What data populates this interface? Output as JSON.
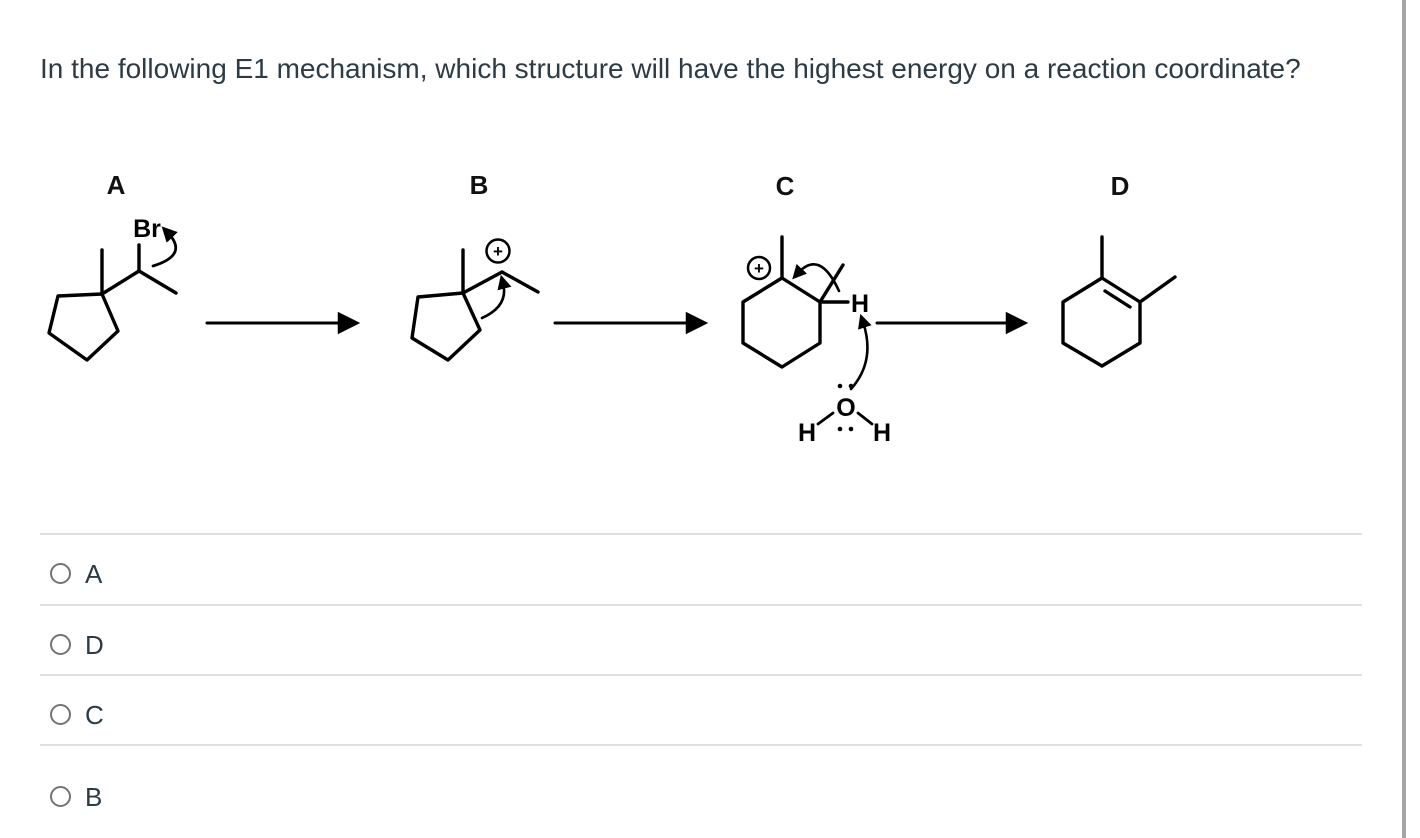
{
  "question": {
    "text": "In the following E1 mechanism, which structure will have the highest energy on a reaction coordinate?"
  },
  "mechanism": {
    "structure_labels": {
      "a": "A",
      "b": "B",
      "c": "C",
      "d": "D"
    },
    "bromine_label": "Br",
    "charge_symbol": "+",
    "beta_hydrogen_label": "H",
    "water": {
      "oxygen": "O",
      "hydrogen_left": "H",
      "hydrogen_right": "H"
    }
  },
  "options": [
    {
      "label": "A",
      "selected": false
    },
    {
      "label": "D",
      "selected": false
    },
    {
      "label": "C",
      "selected": false
    },
    {
      "label": "B",
      "selected": false
    }
  ],
  "colors": {
    "text": "#2d3b45",
    "structure": "#000000",
    "divider": "#e0e0e0",
    "radio_border": "#737373",
    "scrollbar": "#a6a6a6"
  }
}
